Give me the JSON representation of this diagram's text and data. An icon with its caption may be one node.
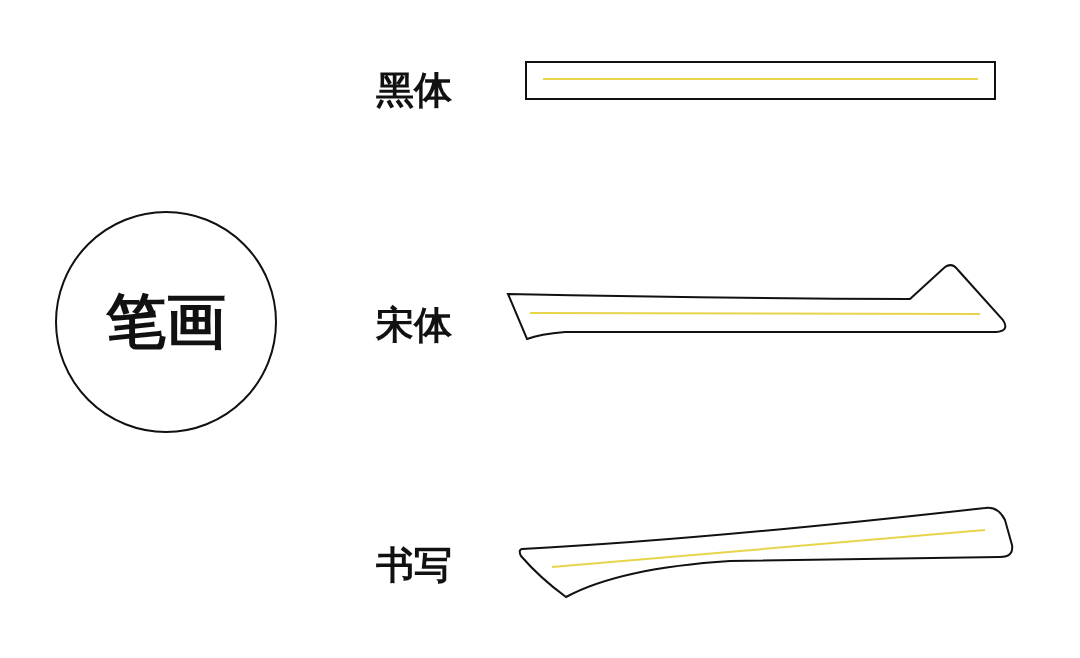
{
  "diagram": {
    "nodes": [
      {
        "text": [
          "笔画"
        ]
      }
    ],
    "labels": [
      "黑体",
      "宋体",
      "书写"
    ]
  }
}
